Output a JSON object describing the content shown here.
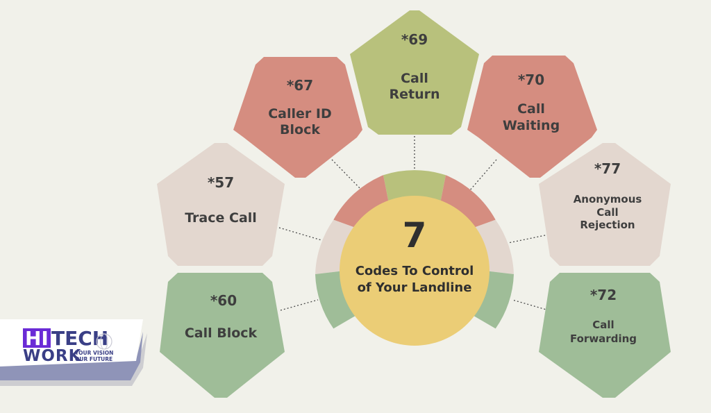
{
  "center": {
    "number": "7",
    "line1": "Codes To Control",
    "line2": "of Your Landline"
  },
  "codes": [
    {
      "code": "*69",
      "label1": "Call",
      "label2": "Return",
      "color": "#b8c17c"
    },
    {
      "code": "*67",
      "label1": "Caller ID",
      "label2": "Block",
      "color": "#d58d80"
    },
    {
      "code": "*70",
      "label1": "Call",
      "label2": "Waiting",
      "color": "#d58d80"
    },
    {
      "code": "*57",
      "label1": "Trace Call",
      "label2": "",
      "color": "#e3d7cf"
    },
    {
      "code": "*77",
      "label1": "Anonymous",
      "label2": "Call",
      "label3": "Rejection",
      "color": "#e3d7cf"
    },
    {
      "code": "*60",
      "label1": "Call Block",
      "label2": "",
      "color": "#9fbd98"
    },
    {
      "code": "*72",
      "label1": "Call",
      "label2": "Forwarding",
      "color": "#9fbd98"
    }
  ],
  "colors": {
    "green_olive": "#b8c17c",
    "salmon": "#d58d80",
    "beige": "#e3d7cf",
    "sage": "#9fbd98",
    "center_fill": "#ebcd76",
    "logo_purple": "#3a3f86"
  },
  "logo": {
    "hi": "HI",
    "tech": "TECH",
    "work": "WORK",
    "tagline1": "YOUR VISION",
    "tagline2": "OUR FUTURE"
  }
}
